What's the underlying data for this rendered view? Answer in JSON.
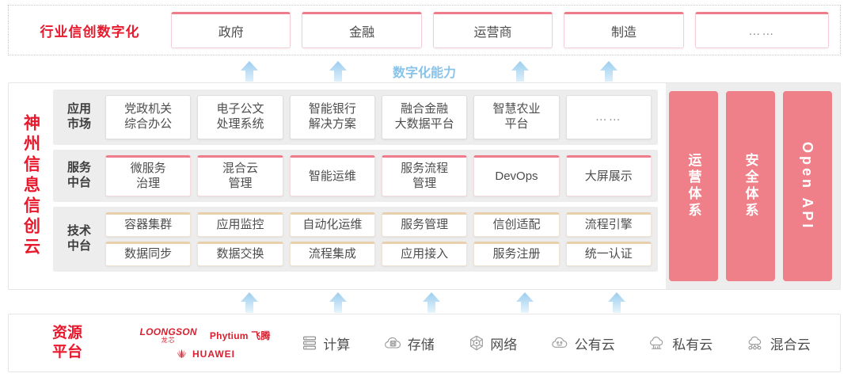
{
  "industry": {
    "title": "行业信创数字化",
    "boxes": [
      {
        "label": "政府"
      },
      {
        "label": "金融"
      },
      {
        "label": "运营商"
      },
      {
        "label": "制造"
      },
      {
        "label": "……"
      }
    ]
  },
  "capability": {
    "label": "数字化能力",
    "arrow_icon": "up-arrow-icon",
    "arrow_count": 4
  },
  "cloud": {
    "title": "神州信息信创云",
    "layers": [
      {
        "key": "app-market",
        "label": "应用\n市场",
        "label_line1": "应用",
        "label_line2": "市场",
        "cells": [
          "党政机关\n综合办公",
          "电子公文\n处理系统",
          "智能银行\n解决方案",
          "融合金融\n大数据平台",
          "智慧农业\n平台",
          "……"
        ]
      },
      {
        "key": "service-platform",
        "label_line1": "服务",
        "label_line2": "中台",
        "cells": [
          "微服务\n治理",
          "混合云\n管理",
          "智能运维",
          "服务流程\n管理",
          "DevOps",
          "大屏展示"
        ]
      },
      {
        "key": "tech-platform",
        "label_line1": "技术",
        "label_line2": "中台",
        "row1": [
          "容器集群",
          "应用监控",
          "自动化运维",
          "服务管理",
          "信创适配",
          "流程引擎"
        ],
        "row2": [
          "数据同步",
          "数据交换",
          "流程集成",
          "应用接入",
          "服务注册",
          "统一认证"
        ]
      }
    ],
    "pillars": [
      {
        "label": "运营体系",
        "type": "cjk"
      },
      {
        "label": "安全体系",
        "type": "cjk"
      },
      {
        "label": "Open API",
        "type": "latin"
      }
    ]
  },
  "lower_arrows": {
    "arrow_icon": "up-arrow-icon",
    "arrow_count": 5
  },
  "resource": {
    "title_line1": "资源",
    "title_line2": "平台",
    "vendors": [
      {
        "name": "LOONGSON",
        "name_cn": "龙芯",
        "icon": "loongson-logo"
      },
      {
        "name": "Phytium 飞腾",
        "icon": "phytium-logo"
      },
      {
        "name": "HUAWEI",
        "icon": "huawei-logo"
      }
    ],
    "items": [
      {
        "label": "计算",
        "icon": "server-icon"
      },
      {
        "label": "存储",
        "icon": "cloud-storage-icon"
      },
      {
        "label": "网络",
        "icon": "network-globe-icon"
      },
      {
        "label": "公有云",
        "icon": "public-cloud-icon"
      },
      {
        "label": "私有云",
        "icon": "private-cloud-icon"
      },
      {
        "label": "混合云",
        "icon": "hybrid-cloud-icon"
      }
    ]
  },
  "colors": {
    "brand_red": "#e8192c",
    "pink": "#ef7f88",
    "pink_border": "#ef7c8a",
    "tan_border": "#e8cfae",
    "arrow_blue": "#b8dcf2",
    "capability_blue": "#88c3ea",
    "band_gray": "#ededed"
  }
}
